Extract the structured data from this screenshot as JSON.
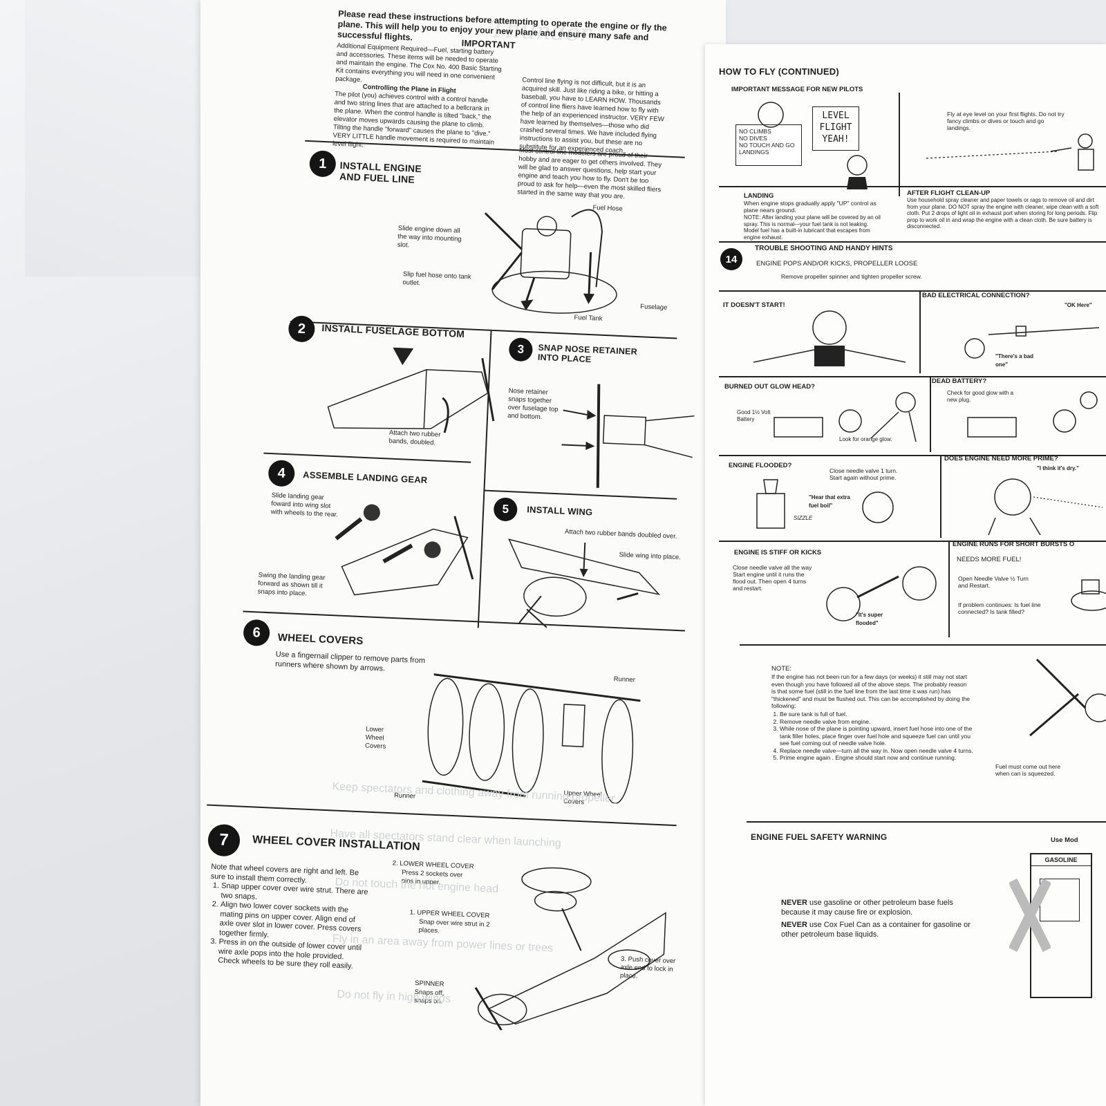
{
  "left_page": {
    "brand_script": "Thunder",
    "important_title": "IMPORTANT",
    "intro": "Please read these instructions before attempting to operate the engine or fly the plane. This will help you to enjoy your new plane and ensure many safe and successful flights.",
    "additional_equipment": "Additional Equipment Required—Fuel, starting battery and accessories. These items will be needed to operate and maintain the engine. The Cox No. 400 Basic Starting Kit contains everything you will need in one convenient package.",
    "controlling_title": "Controlling the Plane in Flight",
    "controlling_text": "The pilot (you) achieves control with a control handle and two string lines that are attached to a bellcrank in the plane. When the control handle is tilted \"back,\" the elevator moves upwards causing the plane to climb. Tilting the handle \"forward\" causes the plane to \"dive.\" VERY LITTLE handle movement is required to maintain level flight.",
    "control_line_text": "Control line flying is not difficult, but it is an acquired skill. Just like riding a bike, or hitting a baseball, you have to LEARN HOW. Thousands of control line fliers have learned how to fly with the help of an experienced instructor. VERY FEW have learned by themselves—those who did crashed several times. We have included flying instructions to assist you, but these are no substitute for an experienced coach.",
    "modelers_text": "Most control line modelers are proud of their hobby and are eager to get others involved. They will be glad to answer questions, help start your engine and teach you how to fly. Don't be too proud to ask for help—even the most skilled fliers started in the same way that you are.",
    "steps": [
      {
        "num": "1",
        "title": "INSTALL ENGINE AND FUEL LINE",
        "labels": [
          "Slide engine down all the way into mounting slot.",
          "Slip fuel hose onto tank outlet.",
          "Fuel Hose",
          "Fuel Tank",
          "Fuselage"
        ]
      },
      {
        "num": "2",
        "title": "INSTALL FUSELAGE BOTTOM",
        "labels": [
          "Attach two rubber bands, doubled."
        ]
      },
      {
        "num": "3",
        "title": "SNAP NOSE RETAINER INTO PLACE",
        "labels": [
          "Nose retainer snaps together over fuselage top and bottom."
        ]
      },
      {
        "num": "4",
        "title": "ASSEMBLE LANDING GEAR",
        "labels": [
          "Slide landing gear foward into wing slot with wheels to the rear.",
          "Swing the landing gear forward as shown till it snaps into place."
        ]
      },
      {
        "num": "5",
        "title": "INSTALL WING",
        "labels": [
          "Attach two rubber bands doubled over.",
          "Slide wing into place."
        ]
      },
      {
        "num": "6",
        "title": "WHEEL COVERS",
        "labels": [
          "Use a fingernail clipper to remove parts from runners where shown by arrows.",
          "Runner",
          "Lower Wheel Covers",
          "Upper Wheel Covers",
          "Runner"
        ]
      },
      {
        "num": "7",
        "title": "WHEEL COVER INSTALLATION",
        "labels": [
          "2. LOWER WHEEL COVER",
          "Press 2 sockets over pins in upper.",
          "1. UPPER WHEEL COVER",
          "Snap over wire strut in 2 places.",
          "3. Push cover over axle end to lock in place.",
          "SPINNER",
          "Snaps off, snaps on."
        ]
      }
    ],
    "step7_text": {
      "intro": "Note that wheel covers are right and left. Be sure to install them correctly.",
      "items": [
        "Snap upper cover over wire strut. There are two snaps.",
        "Align two lower cover sockets with the mating pins on upper cover. Align end of axle over slot in lower cover. Press covers together firmly.",
        "Press in on the outside of lower cover until wire axle pops into the hole provided. Check wheels to be sure they roll easily."
      ]
    },
    "showthrough": [
      "Keep spectators and clothing away from running propeller",
      "Have all spectators stand clear when launching",
      "Do not touch the hot engine head",
      "Fly in an area away from power lines or trees",
      "Do not fly in high winds"
    ]
  },
  "right_page": {
    "title": "HOW TO FLY (CONTINUED)",
    "important_message": "IMPORTANT MESSAGE FOR NEW PILOTS",
    "sign_items": [
      "NO CLIMBS",
      "NO DIVES",
      "NO TOUCH AND GO LANDINGS"
    ],
    "sign2": "LEVEL FLIGHT YEAH!",
    "eye_level": "Fly at eye level on your first flights. Do not try fancy climbs or dives or touch and go landings.",
    "landing_title": "LANDING",
    "landing_text": "When engine stops gradually apply \"UP\" control as plane nears ground.",
    "landing_note": "NOTE: After landing your plane will be covered by an oil spray. This is normal—your fuel tank is not leaking. Model fuel has a built-in lubricant that escapes from engine exhaust.",
    "cleanup_title": "AFTER FLIGHT CLEAN-UP",
    "cleanup_text": "Use household spray cleaner and paper towels or rags to remove oil and dirt from your plane. DO NOT spray the engine with cleaner, wipe clean with a soft cloth. Put 2 drops of light oil in exhaust port when storing for long periods. Flip prop to work oil in and wrap the engine with a clean cloth. Be sure battery is disconnected.",
    "step14_num": "14",
    "trouble_title": "TROUBLE SHOOTING AND HANDY HINTS",
    "pops_title": "ENGINE POPS AND/OR KICKS, PROPELLER LOOSE",
    "pops_text": "Remove propeller spinner and tighten propeller screw.",
    "cells": {
      "doesnt_start": "IT DOESN'T START!",
      "bad_elec": "BAD ELECTRICAL CONNECTION?",
      "ok_here": "\"OK Here\"",
      "bad_one": "\"There's a bad one\"",
      "burned": "BURNED OUT GLOW HEAD?",
      "good_batt": "Good 1½ Volt Battery",
      "orange": "Look for orange glow.",
      "dead": "DEAD BATTERY?",
      "dead_text": "Check for good glow with a new plug.",
      "flooded": "ENGINE FLOODED?",
      "flooded_items": [
        "Close needle valve 1 turn.",
        "Start again without prime."
      ],
      "boil": "\"Hear that extra fuel boil\"",
      "sizzle": "SIZZLE",
      "prime": "DOES ENGINE NEED MORE PRIME?",
      "dry": "\"I think it's dry.\"",
      "stiff": "ENGINE IS STIFF OR KICKS",
      "stiff_items": [
        "Close needle valve all the way",
        "Start engine until it runs the flood out. Then open 4 turns and restart."
      ],
      "super": "\"It's super flooded\"",
      "short": "ENGINE RUNS FOR SHORT BURSTS O",
      "more_fuel": "NEEDS MORE FUEL!",
      "open_needle": "Open Needle Valve ½ Turn and Restart.",
      "if_problem": "If problem continues: Is fuel line connected? Is tank filled?"
    },
    "note_title": "NOTE:",
    "note_text": "If the engine has not been run for a few days (or weeks) it still may not start even though you have followed all of the above steps. The probably reason is that some fuel (still in the fuel line from the last time it was run) has \"thickened\" and must be flushed out. This can be accomplished by doing the following:",
    "note_items": [
      "Be sure tank is full of fuel.",
      "Remove needle valve from engine.",
      "While nose of the plane is pointing upward, insert fuel hose into one of the tank filler holes, place finger over fuel hole and squeeze fuel can until you see fuel coming out of needle valve hole.",
      "Replace needle valve—turn all the way in. Now open needle valve 4 turns.",
      "Prime engine again . Engine should start now and continue running."
    ],
    "fuel_come_out": "Fuel must come out here when can is squeezed.",
    "safety_title": "ENGINE FUEL SAFETY WARNING",
    "use_mod": "Use Mod",
    "never1": "use gasoline or other petroleum base fuels because it may cause fire or explosion.",
    "never2": "use Cox Fuel Can as a container for gasoline or other petroleum base liquids.",
    "never_word": "NEVER",
    "gasoline": "GASOLINE"
  }
}
